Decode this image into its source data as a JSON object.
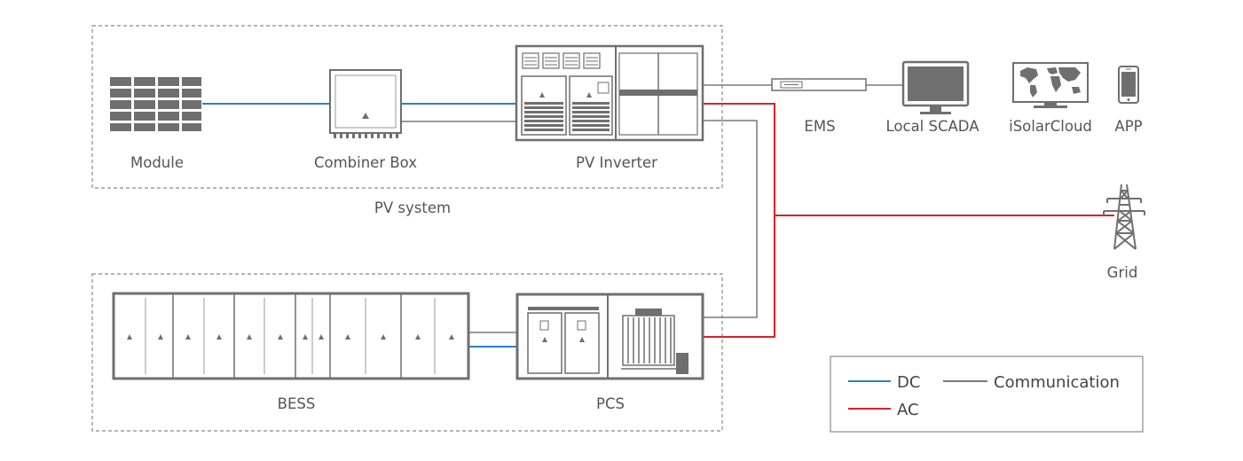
{
  "colors": {
    "dc": "#2f7fc1",
    "ac": "#d9222a",
    "comm": "#7a7a7a",
    "equipment": "#6f6f6f",
    "dashed": "#8a8a8a",
    "text": "#555555"
  },
  "labels": {
    "module": "Module",
    "combiner_box": "Combiner Box",
    "pv_inverter": "PV Inverter",
    "pv_system": "PV system",
    "ems": "EMS",
    "local_scada": "Local SCADA",
    "isolarcloud": "iSolarCloud",
    "app": "APP",
    "grid": "Grid",
    "bess": "BESS",
    "pcs": "PCS"
  },
  "legend": {
    "dc": "DC",
    "ac": "AC",
    "comm": "Communication"
  },
  "icons": {
    "module": "solar-module-icon",
    "combiner": "combiner-box-icon",
    "inverter": "pv-inverter-icon",
    "ems": "ems-device-icon",
    "scada": "monitor-icon",
    "cloud": "world-map-monitor-icon",
    "app": "smartphone-icon",
    "grid": "transmission-tower-icon",
    "bess": "battery-container-icon",
    "pcs": "pcs-container-icon"
  }
}
